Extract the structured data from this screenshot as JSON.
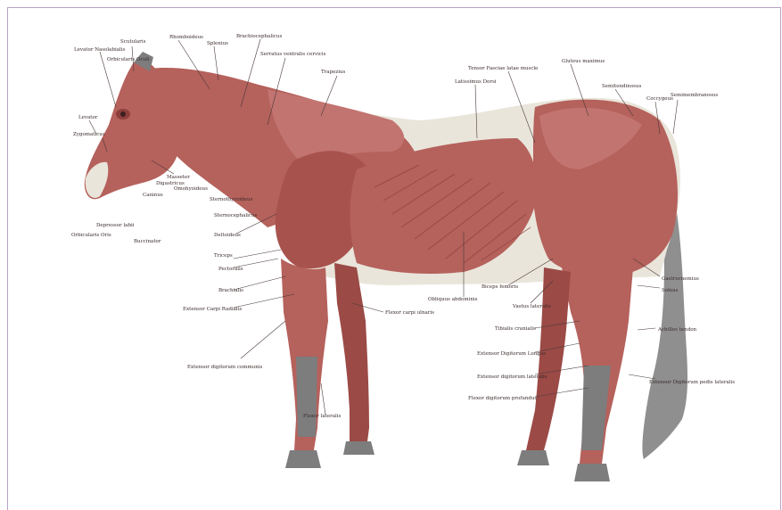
{
  "figure": {
    "labels": {
      "orbicularis_oculi": "Orbicularis Oculi",
      "levator_nasolabialis": "Levator Nasolabialis",
      "scutularis": "Scutularis",
      "rhomboideus": "Rhomboideus",
      "splenius": "Splenius",
      "brachiocephalicus": "Brachiocephalicus",
      "serratus_ventralis": "Serratus ventralis cervicis",
      "trapezius": "Trapezius",
      "latissimus_dorsi": "Latissimus Dorsi",
      "tensor_fasciae_latae": "Tensor Fasciae latae muscle",
      "gluteus_maximus": "Gluteus maximus",
      "semitendinosus": "Semitendinosus",
      "coccygeus": "Coccygeus",
      "semimembranosus": "Semimembranosus",
      "levator_labii": "Levator",
      "zygomaticus": "Zygomaticus",
      "caninus": "Caninus",
      "depressor_labii": "Depressor labii",
      "orbicularis_oris": "Orbicularis Oris",
      "buccinator": "Buccinator",
      "masseter": "Masseter",
      "digastricus": "Digastricus",
      "omohyoideus": "Omohyoideus",
      "sternothyroideus": "Sternothyroideus",
      "sternocephalicus": "Sternocephalicus",
      "deltoideus": "Deltoideus",
      "triceps": "Triceps",
      "pectoralis": "Pectoralis",
      "brachialis": "Brachialis",
      "extensor_carpi_radialis": "Extensor Carpi Radialis",
      "extensor_digitorum_communis": "Extensor digitorum communis",
      "flexor_carpi_ulnaris": "Flexor carpi ulnaris",
      "flexor_lateralis": "Flexor lateralis",
      "obliquus_abdominis": "Obliquus abdominis",
      "biceps_femoris": "Biceps femoris",
      "vastus_lateralis": "Vastus lateralis",
      "tibialis_cranialis": "Tibialis cranialis",
      "extensor_digitorum_longus": "Extensor Digitorum Longus",
      "extensor_digitorum_lateralis": "Extensor digitorum lateralis",
      "flexor_digitorum_profundus": "Flexor digitorum profundus",
      "gastrocnemius": "Gastrocnemius",
      "soleus": "Soleus",
      "achilles_tendon": "Achilles tendon",
      "extensor_digitorum_pedis": "Extensor Digitorum pedis lateralis"
    },
    "colors": {
      "muscle": "#b5615c",
      "muscle_dark": "#8e3f3c",
      "muscle_light": "#c98480",
      "fascia": "#e9e5da",
      "hoof_gray": "#7d7d7d",
      "tail": "#8f8f8f",
      "frame": "#b9a3c6"
    }
  }
}
